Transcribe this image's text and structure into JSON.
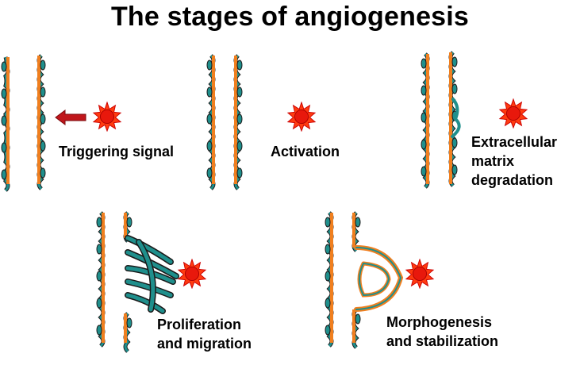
{
  "title": "The stages of angiogenesis",
  "stages": [
    {
      "lines": [
        "Triggering signal"
      ]
    },
    {
      "lines": [
        "Activation"
      ]
    },
    {
      "lines": [
        "Extracellular",
        "matrix",
        "degradation"
      ]
    },
    {
      "lines": [
        "Proliferation",
        "and migration"
      ]
    },
    {
      "lines": [
        "Morphogenesis",
        "and stabilization"
      ]
    }
  ],
  "colors": {
    "membrane": "#f07f1f",
    "endothelial": "#1f8f8c",
    "cell_outline": "#1a1a1a",
    "signal": "#e8180c",
    "arrow": "#c0161b"
  },
  "icons": [
    "signal-star-icon",
    "signal-arrow-icon"
  ]
}
